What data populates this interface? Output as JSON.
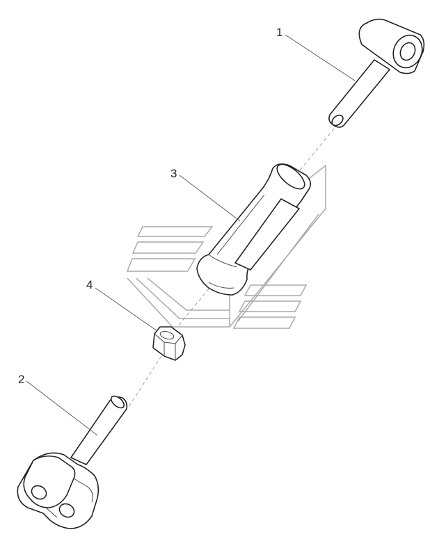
{
  "callouts": [
    {
      "id": "1",
      "text": "1"
    },
    {
      "id": "2",
      "text": "2"
    },
    {
      "id": "3",
      "text": "3"
    },
    {
      "id": "4",
      "text": "4"
    }
  ],
  "colors": {
    "line": "#222222",
    "watermark": "#a9a9a9",
    "background": "#ffffff"
  }
}
